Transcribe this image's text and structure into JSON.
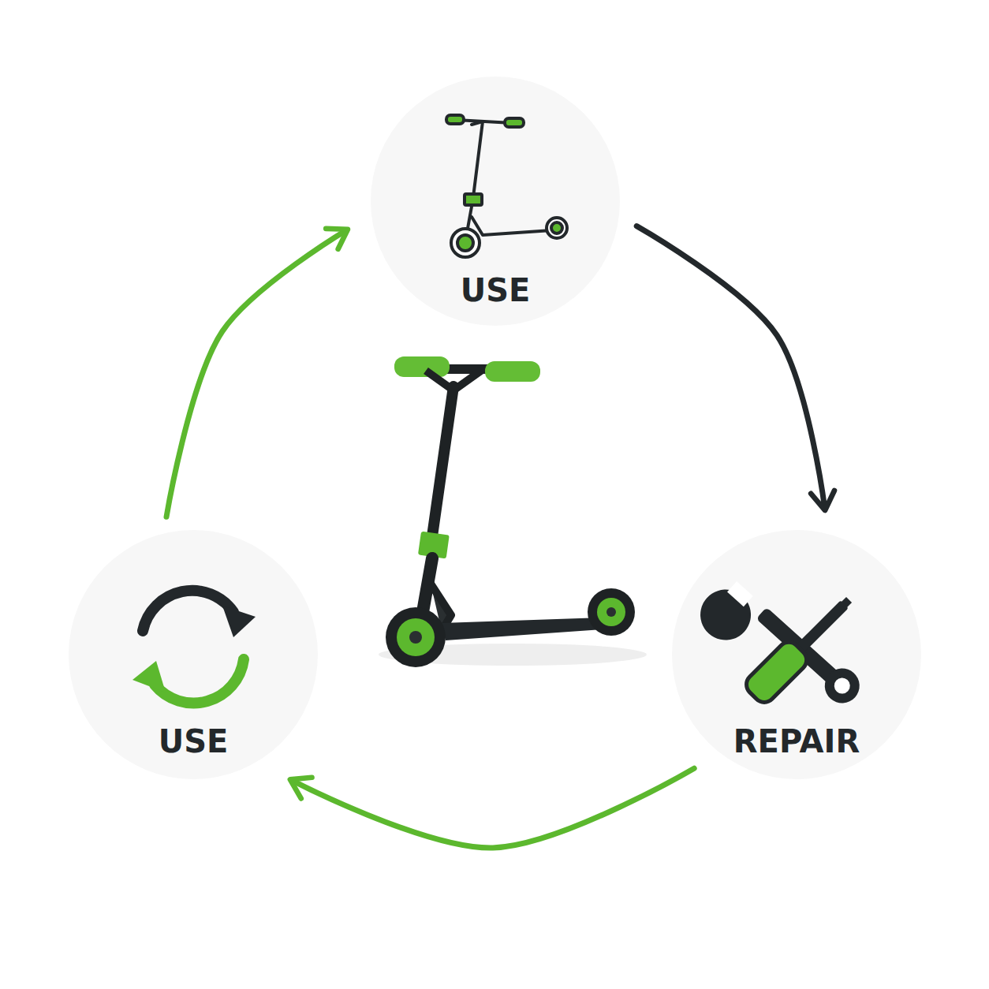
{
  "diagram": {
    "nodes": [
      {
        "text": [
          "USE"
        ]
      },
      {
        "text": [
          "USE"
        ]
      },
      {
        "text": [
          "REPAIR"
        ]
      }
    ],
    "edges": [
      {
        "from": 0,
        "to": 2,
        "arrow": "to"
      },
      {
        "from": 2,
        "to": 1,
        "arrow": "to"
      },
      {
        "from": 1,
        "to": 0,
        "arrow": "to"
      }
    ]
  }
}
